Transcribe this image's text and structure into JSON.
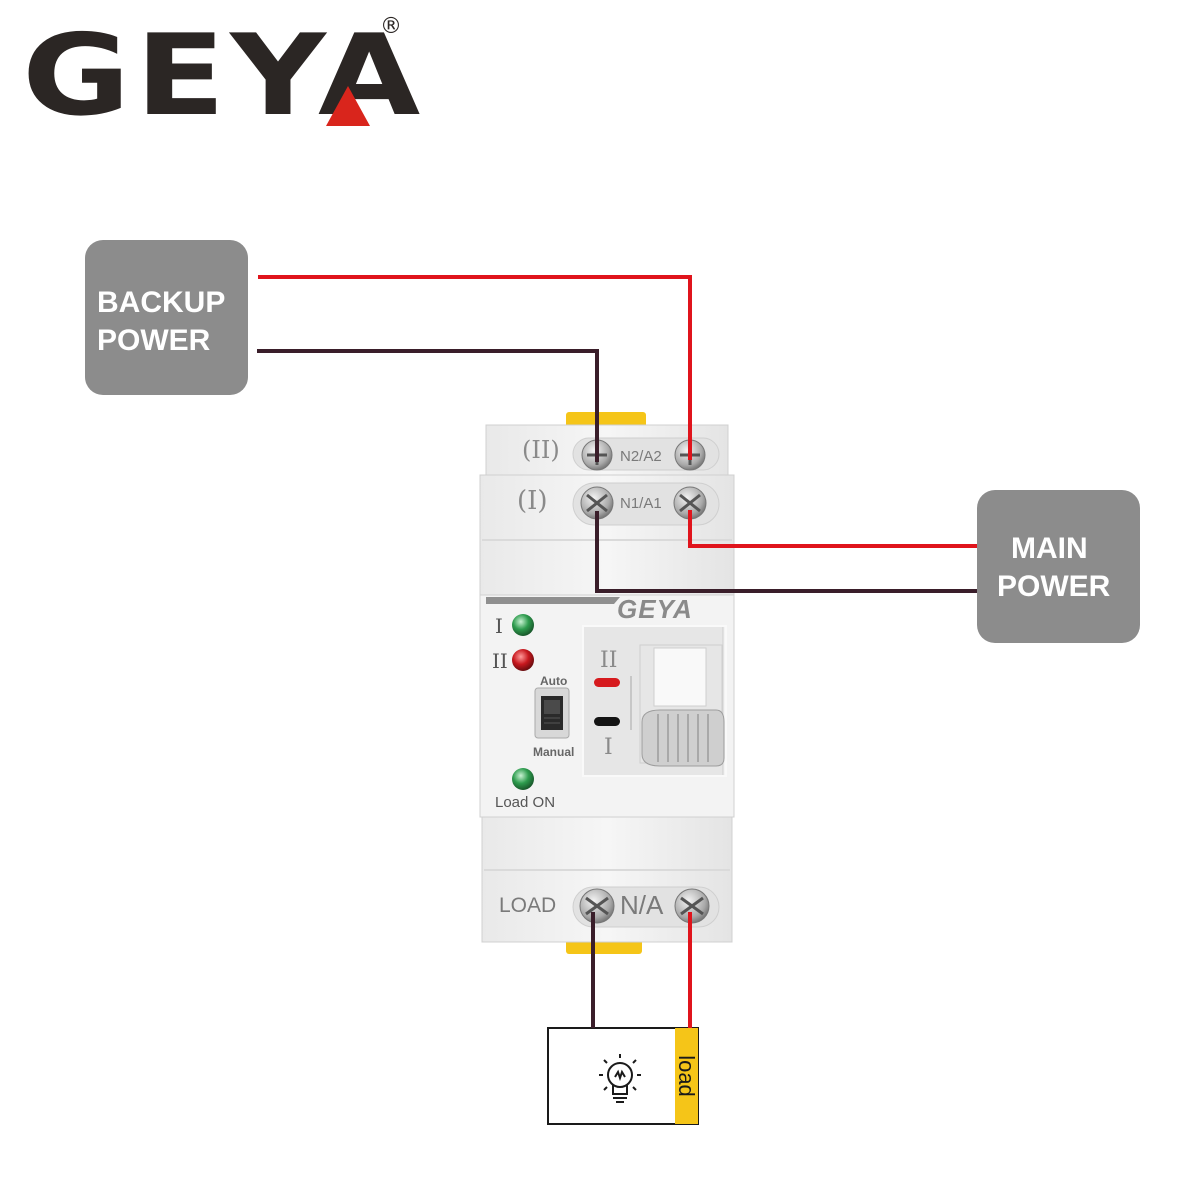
{
  "brand": {
    "logo_text": "GEYA",
    "registered_mark": "®",
    "device_logo": "GEYA"
  },
  "backup_power": {
    "line1": "BACKUP",
    "line2": "POWER"
  },
  "main_power": {
    "line1": "MAIN",
    "line2": "POWER"
  },
  "terminals": {
    "source2_symbol": "(II)",
    "source2_label": "N2/A2",
    "source1_symbol": "(I)",
    "source1_label": "N1/A1",
    "load_label": "LOAD",
    "load_terminal_label": "N/A"
  },
  "indicators": {
    "source1": "I",
    "source2": "II",
    "load_on": "Load ON"
  },
  "mode_switch": {
    "top_label": "Auto",
    "bottom_label": "Manual"
  },
  "handle": {
    "top_label": "II",
    "bottom_label": "I"
  },
  "load": {
    "label": "load",
    "icon": "light-bulb-icon"
  },
  "colors": {
    "live_wire": "#e0141c",
    "neutral_wire": "#3a1e2a",
    "power_box": "#8c8c8c",
    "din_clip": "#f5c518",
    "indicator_green": "#2e9c4e",
    "indicator_red": "#c8181e"
  }
}
